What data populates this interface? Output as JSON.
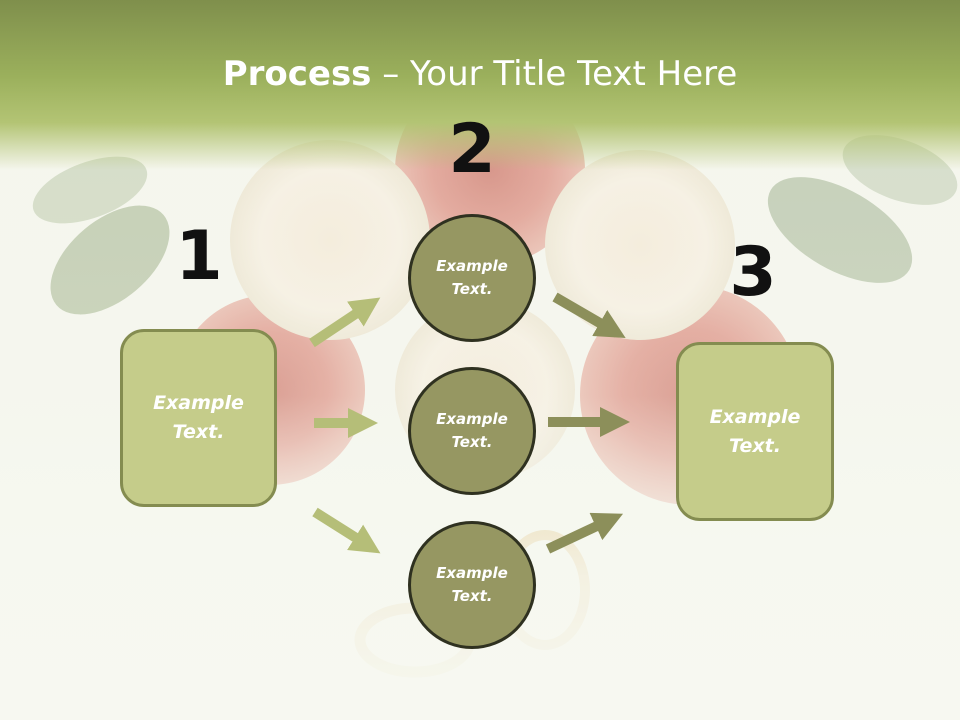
{
  "title": {
    "bold": "Process",
    "rest": " – Your Title Text Here"
  },
  "steps": [
    {
      "number": "1",
      "label": "Example\nText."
    },
    {
      "number": "2",
      "label": "Example\nText."
    },
    {
      "number": "3",
      "label": "Example\nText."
    }
  ],
  "circles": [
    {
      "label": "Example\nText."
    },
    {
      "label": "Example\nText."
    },
    {
      "label": "Example\nText."
    }
  ],
  "colors": {
    "header": "#9bb05c",
    "box_fill": "#c5cc8a",
    "circle_fill": "#969762",
    "arrow_light": "#b5be78",
    "arrow_dark": "#8c8f5a"
  }
}
